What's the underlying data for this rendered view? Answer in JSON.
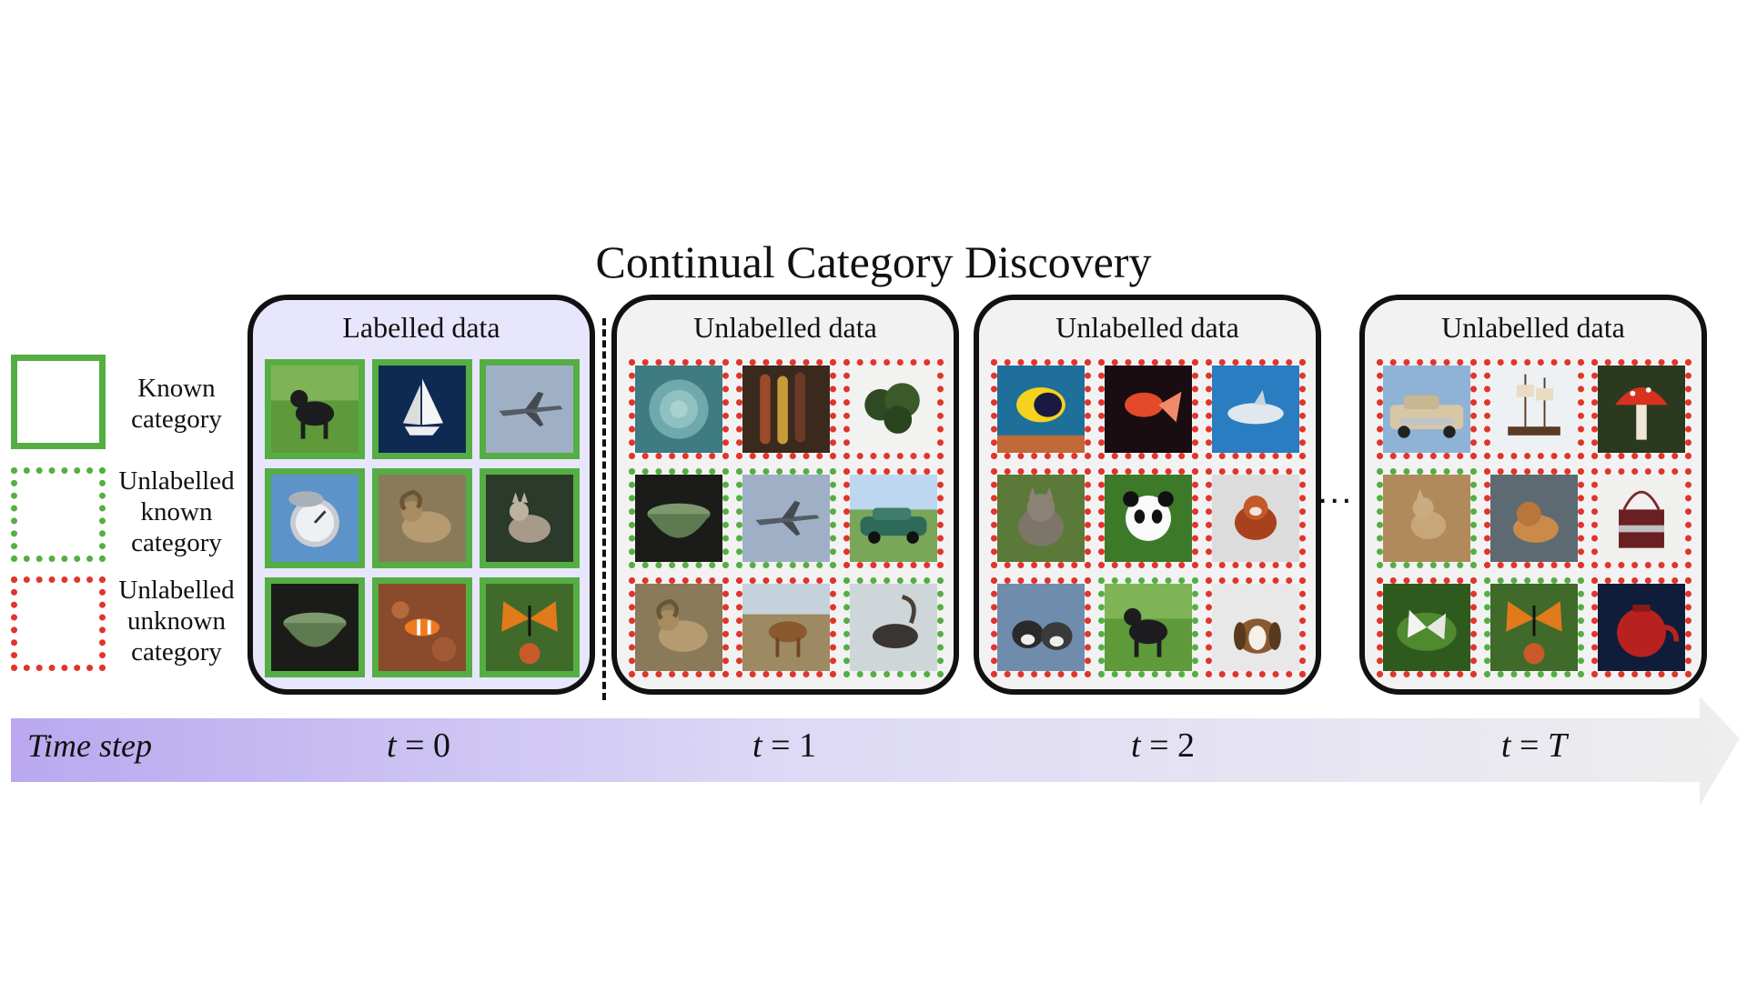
{
  "title": "Continual Category Discovery",
  "legend": [
    {
      "text_lines": [
        "Known",
        "category"
      ]
    },
    {
      "text_lines": [
        "Unlabelled",
        "known",
        "category"
      ]
    },
    {
      "text_lines": [
        "Unlabelled",
        "unknown",
        "category"
      ]
    }
  ],
  "panels": [
    {
      "title": "Labelled data",
      "kind": "labelled",
      "tiles": [
        {
          "type": "kc",
          "subject": "dog"
        },
        {
          "type": "kc",
          "subject": "sailboat"
        },
        {
          "type": "kc",
          "subject": "jet"
        },
        {
          "type": "kc",
          "subject": "compass"
        },
        {
          "type": "kc",
          "subject": "ram"
        },
        {
          "type": "kc",
          "subject": "wolf"
        },
        {
          "type": "kc",
          "subject": "bowl"
        },
        {
          "type": "kc",
          "subject": "clownfish"
        },
        {
          "type": "kc",
          "subject": "butterfly"
        }
      ]
    },
    {
      "title": "Unlabelled data",
      "kind": "unlabelled",
      "tiles": [
        {
          "type": "uu",
          "subject": "cabbage"
        },
        {
          "type": "uu",
          "subject": "corn"
        },
        {
          "type": "uu",
          "subject": "broccoli"
        },
        {
          "type": "uk",
          "subject": "bowl"
        },
        {
          "type": "uk",
          "subject": "jet"
        },
        {
          "type": "uu",
          "subject": "car"
        },
        {
          "type": "uu",
          "subject": "ram"
        },
        {
          "type": "uu",
          "subject": "antelope"
        },
        {
          "type": "uk",
          "subject": "ibex"
        }
      ]
    },
    {
      "title": "Unlabelled data",
      "kind": "unlabelled",
      "tiles": [
        {
          "type": "uu",
          "subject": "fish"
        },
        {
          "type": "uu",
          "subject": "goldfish"
        },
        {
          "type": "uu",
          "subject": "shark"
        },
        {
          "type": "uu",
          "subject": "cat"
        },
        {
          "type": "uu",
          "subject": "panda"
        },
        {
          "type": "uu",
          "subject": "red-panda"
        },
        {
          "type": "uu",
          "subject": "husky"
        },
        {
          "type": "uk",
          "subject": "dog"
        },
        {
          "type": "uu",
          "subject": "basset"
        }
      ]
    },
    {
      "title": "Unlabelled data",
      "kind": "unlabelled",
      "tiles": [
        {
          "type": "uu",
          "subject": "truck"
        },
        {
          "type": "uu",
          "subject": "ship"
        },
        {
          "type": "uu",
          "subject": "mushroom"
        },
        {
          "type": "uk",
          "subject": "coyote"
        },
        {
          "type": "uu",
          "subject": "lion"
        },
        {
          "type": "uu",
          "subject": "bag"
        },
        {
          "type": "uu",
          "subject": "moth"
        },
        {
          "type": "uk",
          "subject": "butterfly"
        },
        {
          "type": "uu",
          "subject": "teapot"
        }
      ]
    }
  ],
  "timeline": {
    "label": "Time step",
    "steps": [
      {
        "var": "t",
        "eq": " = ",
        "val": "0"
      },
      {
        "var": "t",
        "eq": " = ",
        "val": "1"
      },
      {
        "var": "t",
        "eq": " = ",
        "val": "2"
      },
      {
        "var": "t",
        "eq": " = ",
        "val": "T"
      }
    ]
  },
  "ellipsis": "...",
  "colors": {
    "known": "#55ae44",
    "unknown": "#e0352b",
    "labelled_bg": "#e8e6fc",
    "unlabelled_bg": "#f2f2f2"
  }
}
